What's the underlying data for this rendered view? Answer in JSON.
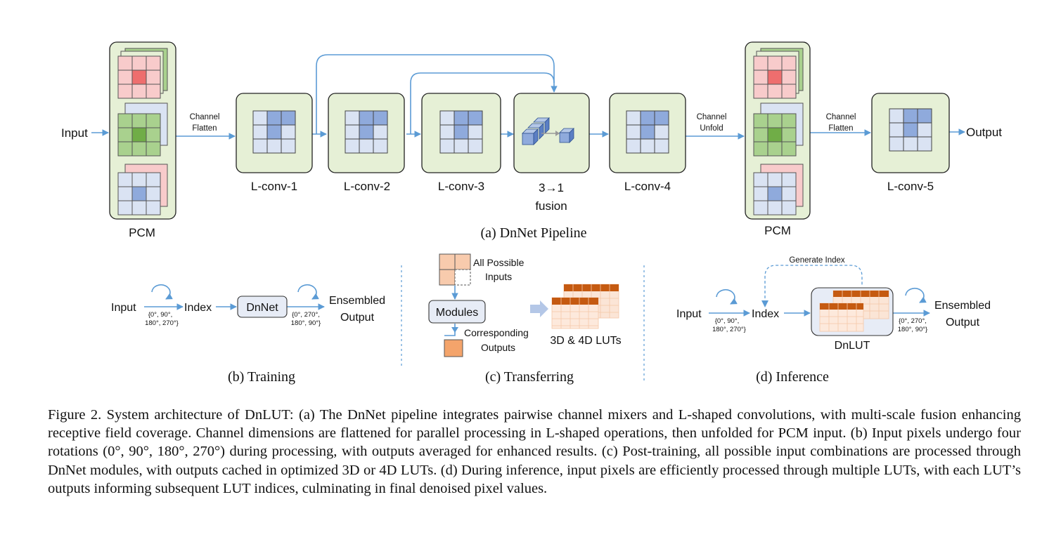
{
  "pipeline": {
    "input": "Input",
    "output": "Output",
    "pcm": "PCM",
    "channel": "Channel",
    "flatten": "Flatten",
    "unfold": "Unfold",
    "lconv1": "L-conv-1",
    "lconv2": "L-conv-2",
    "lconv3": "L-conv-3",
    "lconv4": "L-conv-4",
    "lconv5": "L-conv-5",
    "fusion_ratio": "3→1",
    "fusion": "fusion",
    "caption": "(a) DnNet Pipeline"
  },
  "training": {
    "input": "Input",
    "index": "Index",
    "dnnet": "DnNet",
    "ensembled": "Ensembled",
    "output": "Output",
    "rot_in_1": "{0°, 90°,",
    "rot_in_2": "180°, 270°}",
    "rot_out_1": "{0°, 270°,",
    "rot_out_2": "180°, 90°}",
    "caption": "(b) Training"
  },
  "transferring": {
    "all_possible": "All Possible",
    "inputs": "Inputs",
    "modules": "Modules",
    "corresponding": "Corresponding",
    "outputs": "Outputs",
    "luts": "3D & 4D LUTs",
    "caption": "(c) Transferring"
  },
  "inference": {
    "generate_index": "Generate Index",
    "input": "Input",
    "index": "Index",
    "dnlut": "DnLUT",
    "ensembled": "Ensembled",
    "output": "Output",
    "rot_in_1": "{0°, 90°,",
    "rot_in_2": "180°, 270°}",
    "rot_out_1": "{0°, 270°,",
    "rot_out_2": "180°, 90°}",
    "caption": "(d) Inference"
  },
  "figure_caption": "Figure 2. System architecture of DnLUT: (a) The DnNet pipeline integrates pairwise channel mixers and L-shaped convolutions, with multi-scale fusion enhancing receptive field coverage. Channel dimensions are flattened for parallel processing in L-shaped operations, then unfolded for PCM input. (b) Input pixels undergo four rotations (0°, 90°, 180°, 270°) during processing, with outputs averaged for enhanced results. (c) Post-training, all possible input combinations are processed through DnNet modules, with outputs cached in optimized 3D or 4D LUTs. (d) During inference, input pixels are efficiently processed through multiple LUTs, with each LUT’s outputs informing subsequent LUT indices, culminating in final denoised pixel values.",
  "colors": {
    "block_fill": "#e6f0d6",
    "arrow": "#5b9bd5",
    "grid_blue": "#dae3f3",
    "grid_blue_dark": "#8faadc",
    "grid_red": "#f8cbcb",
    "grid_red_dark": "#ee6e6e",
    "grid_green": "#a9d18e",
    "grid_green_dark": "#70ad47",
    "lut_orange": "#c55a11",
    "lut_light": "#fbe5d6"
  }
}
